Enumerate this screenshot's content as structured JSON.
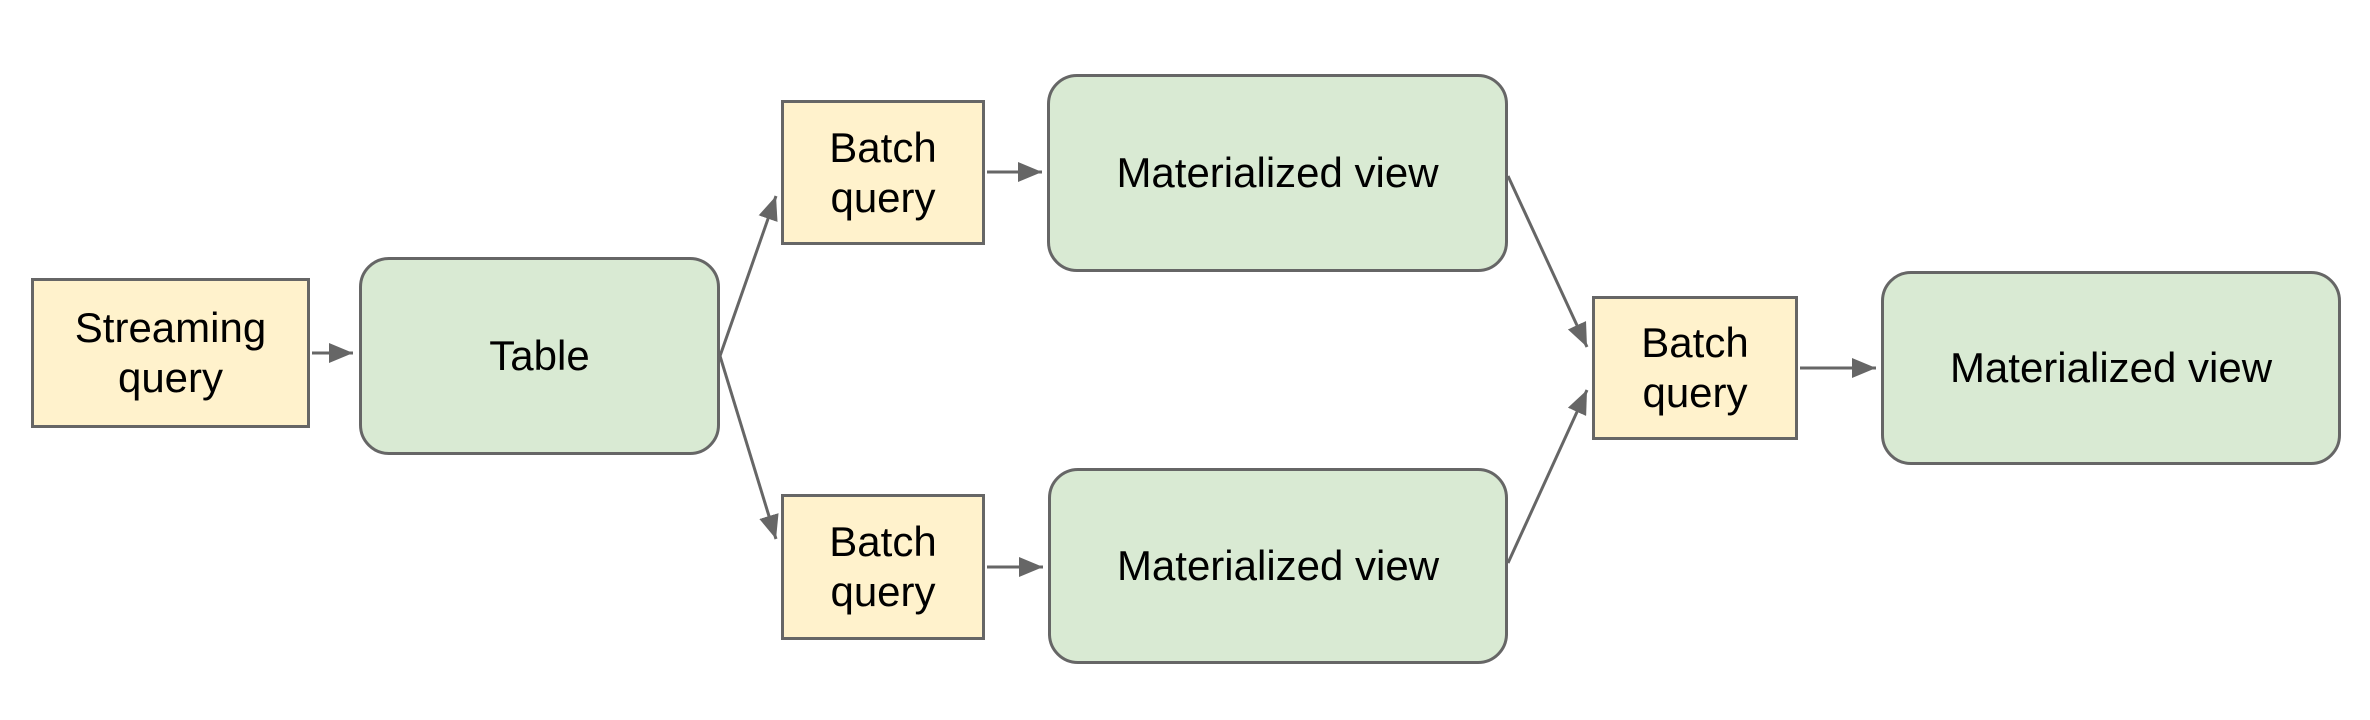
{
  "diagram": {
    "nodes": [
      {
        "id": "streaming-query",
        "label": "Streaming query",
        "shape": "rectangle",
        "fill": "#fff2cc"
      },
      {
        "id": "table",
        "label": "Table",
        "shape": "rounded-rectangle",
        "fill": "#d9ead3"
      },
      {
        "id": "batch-query-top",
        "label": "Batch query",
        "shape": "rectangle",
        "fill": "#fff2cc"
      },
      {
        "id": "materialized-view-top",
        "label": "Materialized view",
        "shape": "rounded-rectangle",
        "fill": "#d9ead3"
      },
      {
        "id": "batch-query-bottom",
        "label": "Batch query",
        "shape": "rectangle",
        "fill": "#fff2cc"
      },
      {
        "id": "materialized-view-bottom",
        "label": "Materialized view",
        "shape": "rounded-rectangle",
        "fill": "#d9ead3"
      },
      {
        "id": "batch-query-right",
        "label": "Batch query",
        "shape": "rectangle",
        "fill": "#fff2cc"
      },
      {
        "id": "materialized-view-right",
        "label": "Materialized view",
        "shape": "rounded-rectangle",
        "fill": "#d9ead3"
      }
    ],
    "edges": [
      {
        "from": "streaming-query",
        "to": "table"
      },
      {
        "from": "table",
        "to": "batch-query-top"
      },
      {
        "from": "table",
        "to": "batch-query-bottom"
      },
      {
        "from": "batch-query-top",
        "to": "materialized-view-top"
      },
      {
        "from": "batch-query-bottom",
        "to": "materialized-view-bottom"
      },
      {
        "from": "materialized-view-top",
        "to": "batch-query-right"
      },
      {
        "from": "materialized-view-bottom",
        "to": "batch-query-right"
      },
      {
        "from": "batch-query-right",
        "to": "materialized-view-right"
      }
    ],
    "colors": {
      "node_yellow_fill": "#fff2cc",
      "node_green_fill": "#d9ead3",
      "node_border": "#666666",
      "arrow": "#666666",
      "text": "#000000",
      "background": "#ffffff"
    }
  }
}
